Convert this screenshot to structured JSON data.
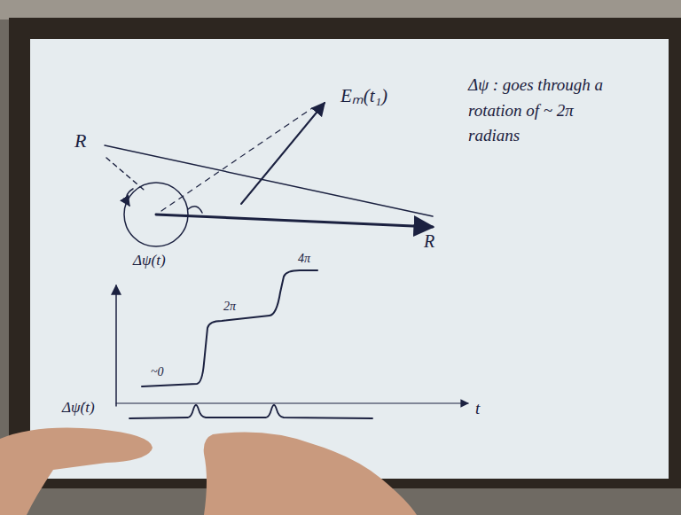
{
  "diagram": {
    "labels": [
      "Eₘ(t₁)",
      "R",
      "R",
      "Δψ : goes through a rotation of ~ 2π radians",
      "Δψ(t)",
      "~0",
      "2π",
      "4π",
      "Δψ̇(t)",
      "t"
    ]
  }
}
